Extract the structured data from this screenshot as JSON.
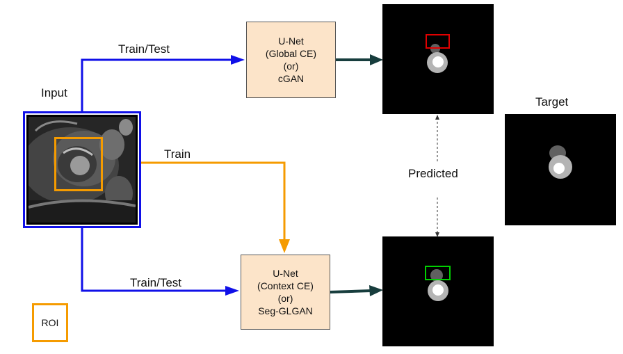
{
  "labels": {
    "input": "Input",
    "train_test_top": "Train/Test",
    "train": "Train",
    "train_test_bottom": "Train/Test",
    "predicted": "Predicted",
    "target": "Target",
    "roi": "ROI"
  },
  "model_top": {
    "line1": "U-Net",
    "line2": "(Global CE)",
    "line3": "(or)",
    "line4": "cGAN"
  },
  "model_bottom": {
    "line1": "U-Net",
    "line2": "(Context CE)",
    "line3": "(or)",
    "line4": "Seg-GLGAN"
  },
  "colors": {
    "blue": "#1010e8",
    "orange": "#f59b00",
    "dark_arrow": "#173d3d",
    "box_fill": "#fce4c9",
    "red_roi": "#e00000",
    "green_roi": "#00d000"
  }
}
